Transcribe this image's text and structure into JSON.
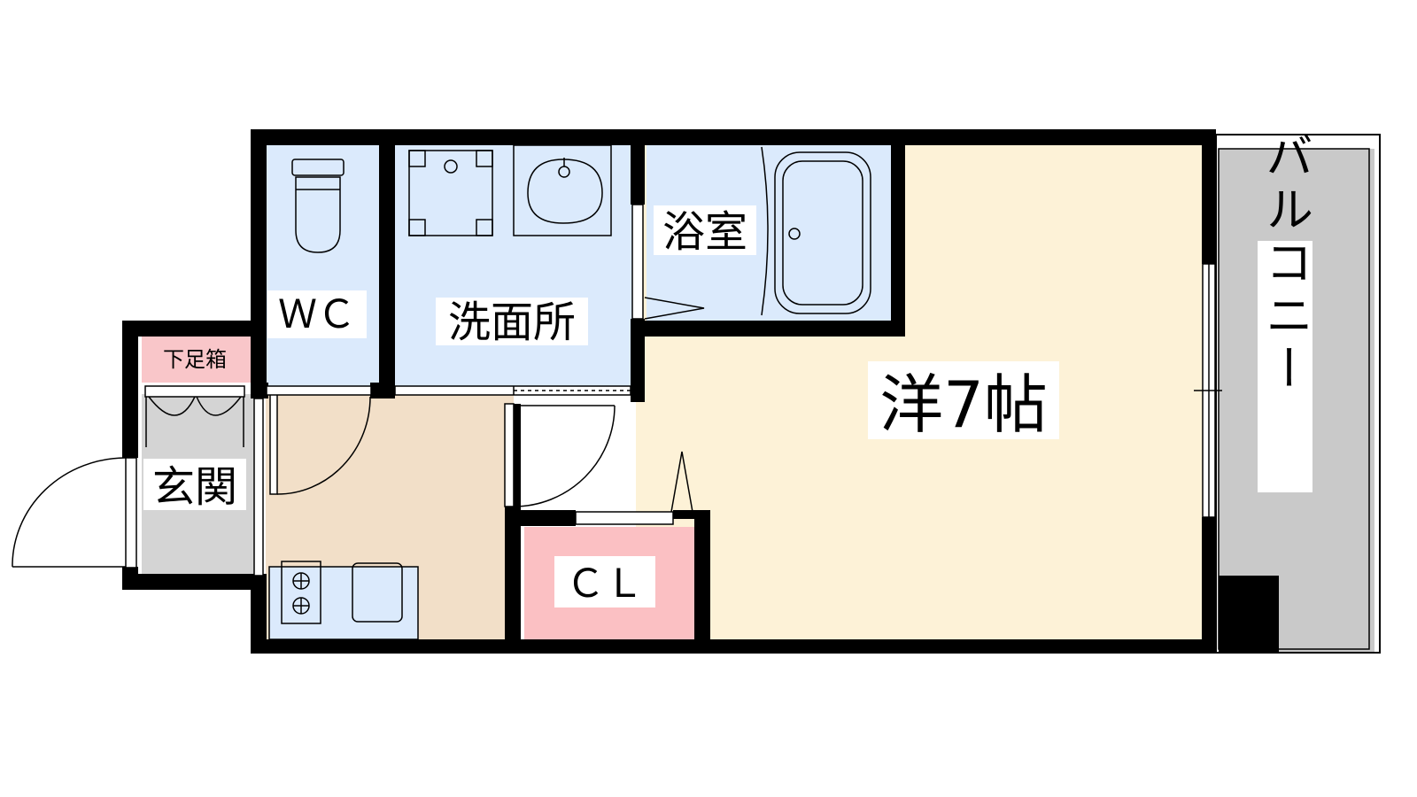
{
  "floorplan": {
    "rooms": {
      "wc": "ＷＣ",
      "washroom": "洗面所",
      "bathroom": "浴室",
      "western_room": "洋7帖",
      "closet": "ＣＬ",
      "entrance": "玄関",
      "shoe_box": "下足箱",
      "balcony": "バルコニー"
    },
    "colors": {
      "wall": "#000000",
      "wet_area": "#dbeafc",
      "room_floor": "#fdf2d7",
      "kitchen_floor": "#f2dfc8",
      "closet": "#fbc0c3",
      "shoe_box": "#f9c6c9",
      "entrance_floor": "#d4d4d4",
      "balcony": "#c9c9c9"
    }
  }
}
